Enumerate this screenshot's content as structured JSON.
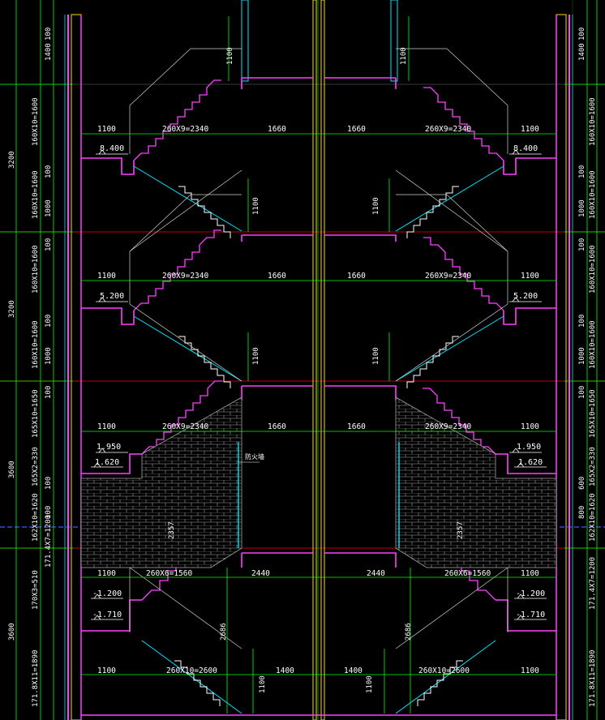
{
  "colors": {
    "background": "#000000",
    "dimension": "#00ff00",
    "wall": "#ff40ff",
    "stair_cyan": "#00e5ff",
    "structure_white": "#ffffff",
    "column_yellow": "#ffd700",
    "axis_red": "#ff0000",
    "grid_blue": "#3b5bff",
    "hatch_gray": "#a0a0a0"
  },
  "elevations": {
    "e8400": "8.400",
    "e5200": "5.200",
    "e1950": "1.950",
    "e1620": "1.620",
    "em1200": "-1.200",
    "em1710": "-1.710"
  },
  "dims": {
    "d1100": "1100",
    "d1660": "1660",
    "d2440": "2440",
    "d1400": "1400",
    "run_260x9": "260X9=2340",
    "run_260x6": "260X6=1560",
    "run_260x10": "260X10=2600",
    "d100": "100",
    "d1000": "1000",
    "d1400v": "1400",
    "d3200": "3200",
    "d3600": "3600",
    "d2357": "2357",
    "d2686": "2686",
    "d600": "600",
    "d800": "800",
    "r160x10": "160X10=1600",
    "r165x10": "165X10=1650",
    "r162x10": "162X10=1620",
    "r165x2": "165X2=330",
    "r171x7": "171.4X7=1200",
    "r170x3": "170X3=510",
    "r171x11": "171.8X11=1890",
    "r171x7b": "171.4X7=1200",
    "r165x10b": "165X10=1650"
  },
  "notes": {
    "firewall": "防火墙"
  }
}
